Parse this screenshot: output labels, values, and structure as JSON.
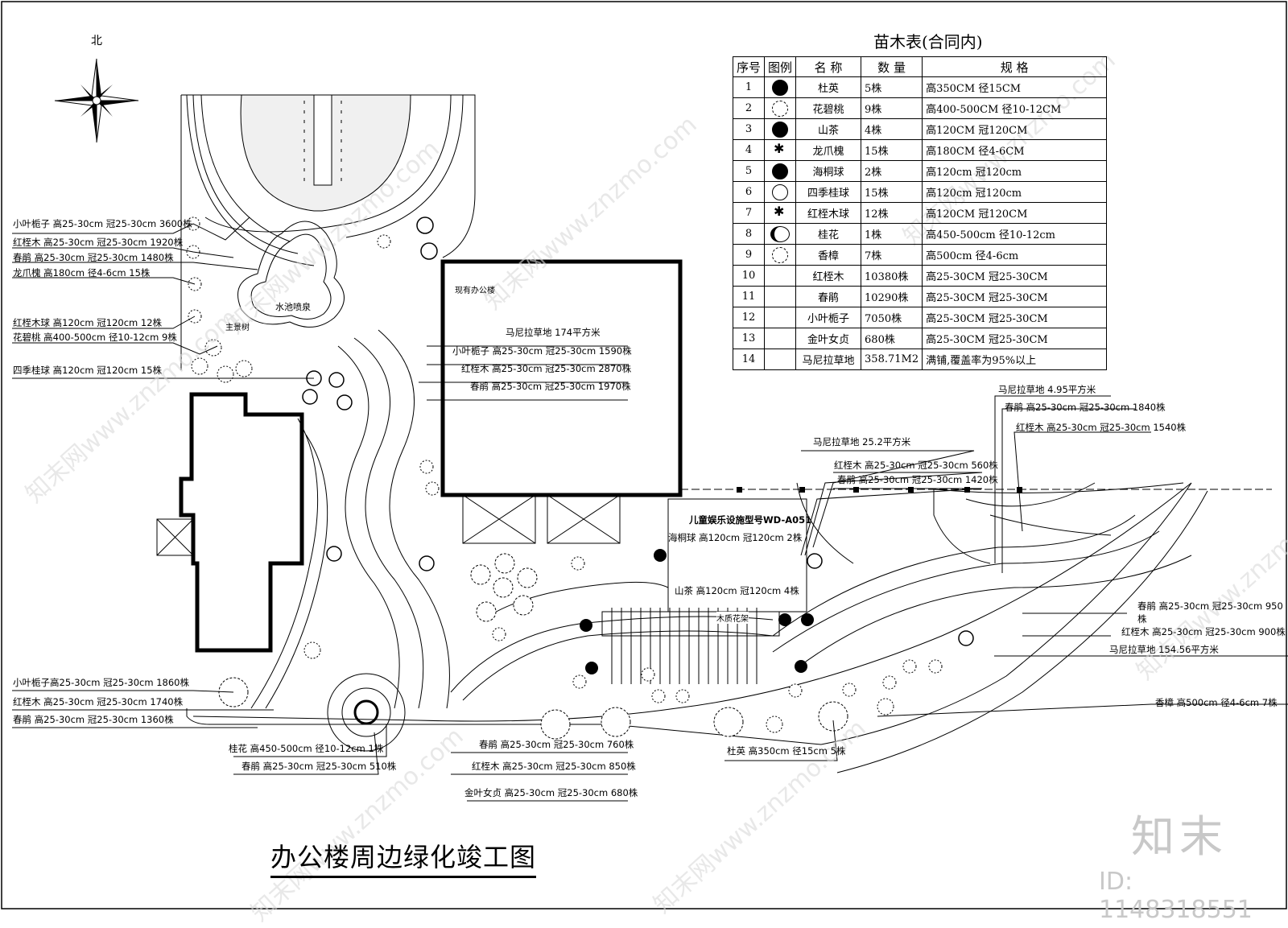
{
  "north_label": "北",
  "title": "办公楼周边绿化竣工图",
  "brand": "知末",
  "id_text": "ID: 1148318551",
  "watermark": "知末网www.znzmo.com",
  "table": {
    "title": "苗木表(合同内)",
    "headers": [
      "序号",
      "图例",
      "名 称",
      "数 量",
      "规 格"
    ],
    "rows": [
      {
        "no": "1",
        "icon": "dark-circle-icon",
        "name": "杜英",
        "qty": "5株",
        "spec": "高350CM 径15CM"
      },
      {
        "no": "2",
        "icon": "scalloped-circle-icon",
        "name": "花碧桃",
        "qty": "9株",
        "spec": "高400-500CM 径10-12CM"
      },
      {
        "no": "3",
        "icon": "dark-circle-icon",
        "name": "山茶",
        "qty": "4株",
        "spec": "高120CM 冠120CM"
      },
      {
        "no": "4",
        "icon": "star-shrub-icon",
        "name": "龙爪槐",
        "qty": "15株",
        "spec": "高180CM 径4-6CM"
      },
      {
        "no": "5",
        "icon": "dark-circle-icon",
        "name": "海桐球",
        "qty": "2株",
        "spec": "高120cm 冠120cm"
      },
      {
        "no": "6",
        "icon": "open-circle-icon",
        "name": "四季桂球",
        "qty": "15株",
        "spec": "高120cm 冠120cm"
      },
      {
        "no": "7",
        "icon": "star-shrub-icon",
        "name": "红桎木球",
        "qty": "12株",
        "spec": "高120CM 冠120CM"
      },
      {
        "no": "8",
        "icon": "crescent-circle-icon",
        "name": "桂花",
        "qty": "1株",
        "spec": "高450-500cm 径10-12cm"
      },
      {
        "no": "9",
        "icon": "scalloped-circle-icon",
        "name": "香樟",
        "qty": "7株",
        "spec": "高500cm 径4-6cm"
      },
      {
        "no": "10",
        "icon": "",
        "name": "红桎木",
        "qty": "10380株",
        "spec": "高25-30CM 冠25-30CM"
      },
      {
        "no": "11",
        "icon": "",
        "name": "春鹃",
        "qty": "10290株",
        "spec": "高25-30CM 冠25-30CM"
      },
      {
        "no": "12",
        "icon": "",
        "name": "小叶栀子",
        "qty": "7050株",
        "spec": "高25-30CM 冠25-30CM"
      },
      {
        "no": "13",
        "icon": "",
        "name": "金叶女贞",
        "qty": "680株",
        "spec": "高25-30CM 冠25-30CM"
      },
      {
        "no": "14",
        "icon": "",
        "name": "马尼拉草地",
        "qty": "358.71M2",
        "spec": "满铺,覆盖率为95%以上"
      }
    ]
  },
  "labels": {
    "l1": "小叶栀子 高25-30cm 冠25-30cm 3600株",
    "l2": "红桎木 高25-30cm 冠25-30cm 1920株",
    "l3": "春鹃 高25-30cm 冠25-30cm 1480株",
    "l4": "龙爪槐 高180cm 径4-6cm 15株",
    "l5": "红桎木球 高120cm 冠120cm 12株",
    "l6": "花碧桃 高400-500cm 径10-12cm 9株",
    "l7": "四季桂球 高120cm 冠120cm 15株",
    "pool": "水池喷泉",
    "tree": "主景树",
    "office": "现有办公楼",
    "o1": "马尼拉草地 174平方米",
    "o2": "小叶栀子 高25-30cm 冠25-30cm 1590株",
    "o3": "红桎木 高25-30cm 冠25-30cm 2870株",
    "o4": "春鹃 高25-30cm 冠25-30cm 1970株",
    "b1": "小叶栀子高25-30cm 冠25-30cm 1860株",
    "b2": "红桎木 高25-30cm 冠25-30cm 1740株",
    "b3": "春鹃 高25-30cm 冠25-30cm 1360株",
    "g1": "桂花 高450-500cm 径10-12cm 1株",
    "g2": "春鹃 高25-30cm 冠25-30cm 510株",
    "m1": "春鹃 高25-30cm 冠25-30cm 760株",
    "m2": "红桎木 高25-30cm 冠25-30cm 850株",
    "m3": "金叶女贞 高25-30cm 冠25-30cm 680株",
    "play": "儿童娱乐设施型号WD-A051",
    "p1": "海桐球 高120cm 冠120cm 2株",
    "p2": "山茶 高120cm 冠120cm 4株",
    "pergola": "木质花架",
    "du": "杜英 高350cm 径15cm 5株",
    "r1": "马尼拉草地 4.95平方米",
    "r2": "春鹃 高25-30cm 冠25-30cm 1840株",
    "r3": "红桎木 高25-30cm 冠25-30cm 1540株",
    "r4": "马尼拉草地 25.2平方米",
    "r5": "红桎木 高25-30cm 冠25-30cm 560株",
    "r6": "春鹃 高25-30cm 冠25-30cm 1420株",
    "r7": "春鹃 高25-30cm 冠25-30cm 950株",
    "r8": "红桎木 高25-30cm 冠25-30cm 900株",
    "r9": "马尼拉草地 154.56平方米",
    "r10": "香樟 高500cm 径4-6cm 7株"
  }
}
